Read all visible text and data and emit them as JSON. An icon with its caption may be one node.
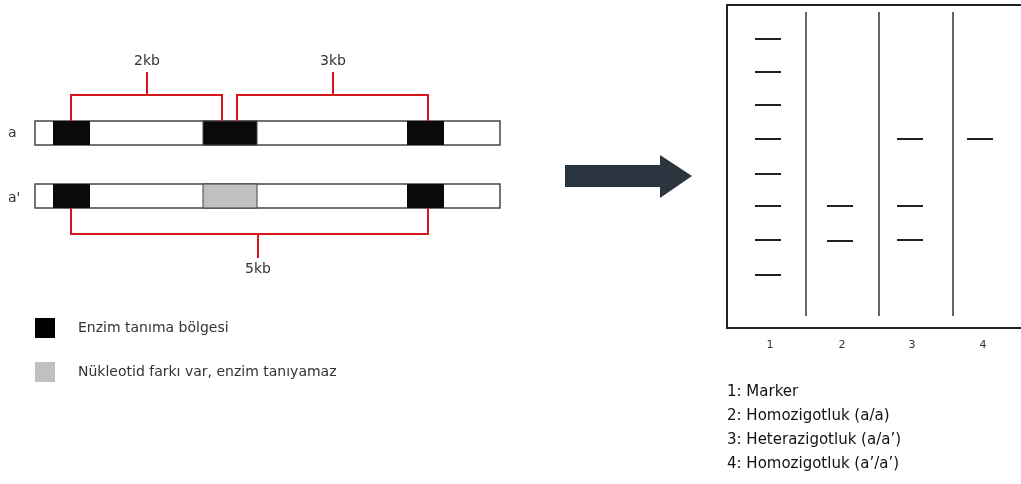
{
  "diagram": {
    "labels": [
      "2kb",
      "3kb",
      "a",
      "a'",
      "5kb",
      "1",
      "2",
      "3",
      "4",
      "1: Marker",
      "2: Homozigotluk (a/a)",
      "3: Heterazigotluk (a/a’)",
      "4: Homozigotluk (a’/a’)"
    ],
    "legend": [
      {
        "text": "Enzim tanıma bölgesi",
        "color": "#000000"
      },
      {
        "text": "Nükleotid farkı var, enzim tanıyamaz",
        "color": "#c0c0c0"
      }
    ]
  }
}
